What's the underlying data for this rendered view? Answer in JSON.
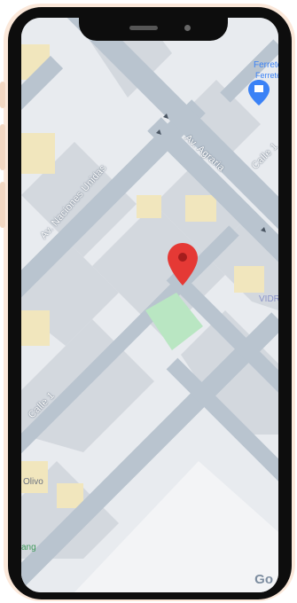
{
  "streets": {
    "av_naciones_unidas": "Av. Naciones Unidas",
    "av_agraria": "Av. Agraria",
    "calle_partial": "Calle 1",
    "calle_1": "Calle 1"
  },
  "pois": {
    "ferreteria_1": "Ferrete",
    "ferreteria_2": "Ferreter",
    "vidrio": "VIDR",
    "olivo": "Olivo",
    "bang": "ang"
  },
  "attribution": "Go",
  "colors": {
    "road": "#b9c4cf",
    "block": "#e3e6ea",
    "building": "#d4d8dd",
    "yellow_building": "#f1e6bd",
    "park": "#b9e6c2",
    "marker": "#e53935",
    "poi_blue": "#3b82f6"
  },
  "icons": {
    "map_pin": "map-pin-icon",
    "store": "store-icon"
  }
}
